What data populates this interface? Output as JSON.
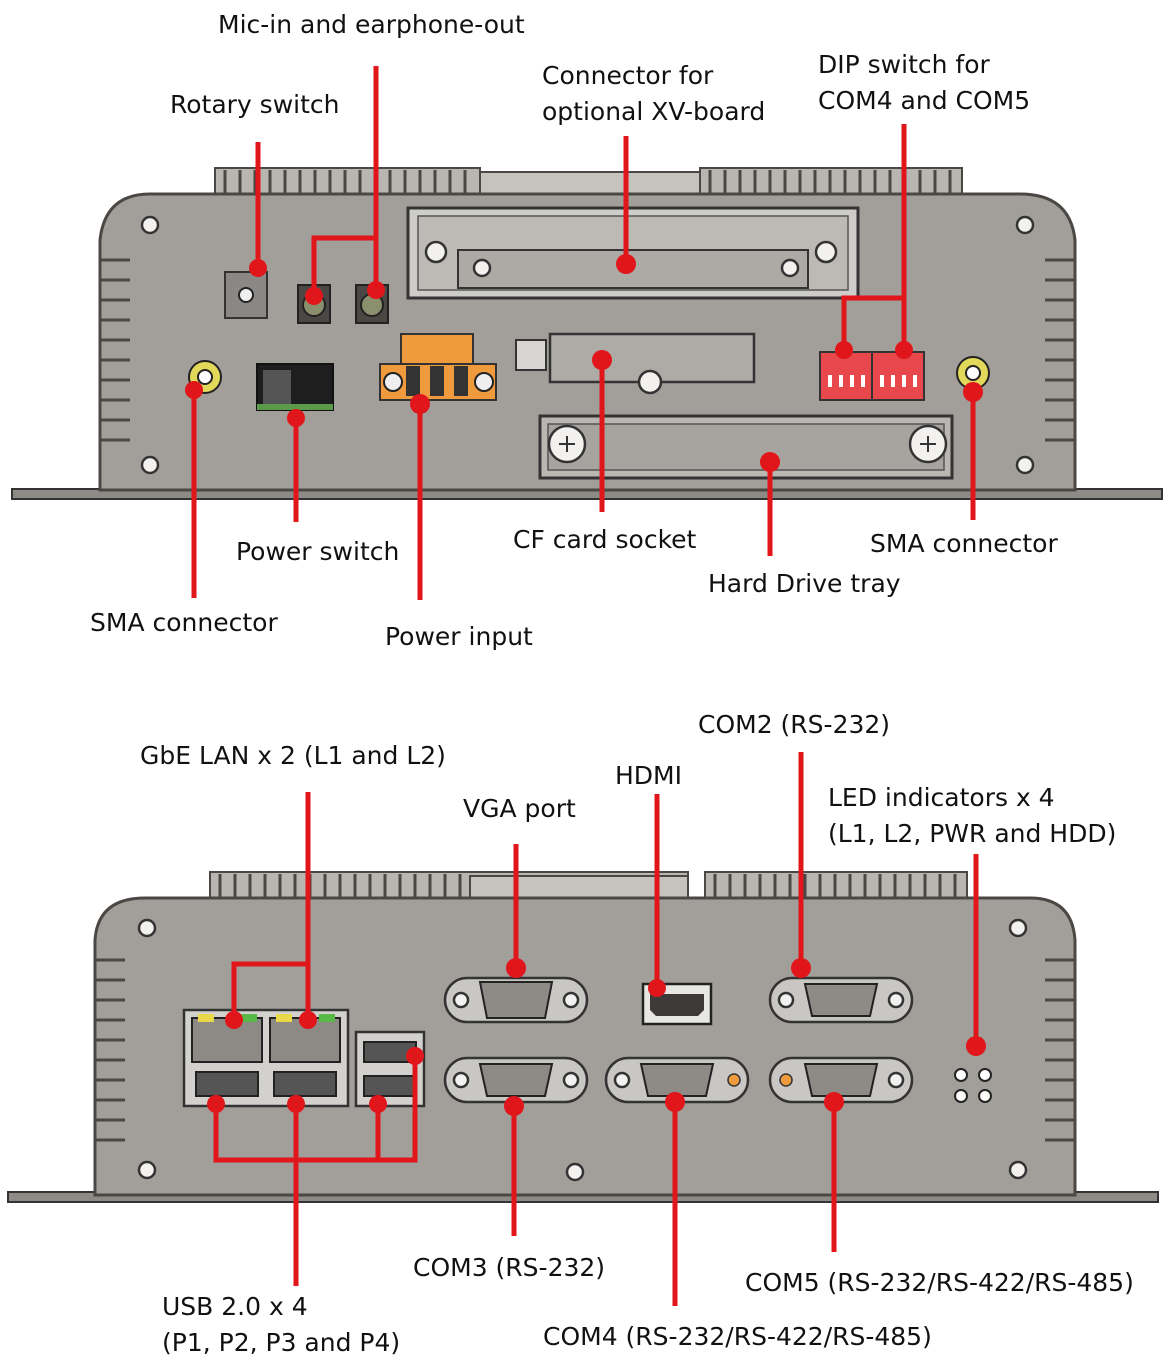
{
  "title": "",
  "front_panel": {
    "labels": {
      "mic_earphone": "Mic-in and earphone-out",
      "rotary_switch": "Rotary switch",
      "xv_connector_line1": "Connector for",
      "xv_connector_line2": "optional XV-board",
      "dip_switch_line1": "DIP switch for",
      "dip_switch_line2": "COM4 and COM5",
      "power_switch": "Power switch",
      "cf_card": "CF card socket",
      "sma_right": "SMA connector",
      "hdd_tray": "Hard Drive tray",
      "sma_left": "SMA connector",
      "power_input": "Power input"
    }
  },
  "rear_panel": {
    "labels": {
      "com2": "COM2 (RS-232)",
      "lan": "GbE LAN x 2 (L1 and L2)",
      "hdmi": "HDMI",
      "led_line1": "LED indicators x 4",
      "led_line2": "(L1, L2, PWR and HDD)",
      "vga": "VGA port",
      "com3": "COM3 (RS-232)",
      "com5": "COM5 (RS-232/RS-422/RS-485)",
      "usb_line1": "USB 2.0 x 4",
      "usb_line2": "(P1, P2, P3 and P4)",
      "com4": "COM4 (RS-232/RS-422/RS-485)"
    }
  },
  "colors": {
    "leader": "#e0161b",
    "panel": "#a29f9b",
    "terminal_block": "#f09a3e",
    "dip_switch": "#e8474b",
    "led_green": "#58b947",
    "led_yellow": "#e8d84a"
  }
}
